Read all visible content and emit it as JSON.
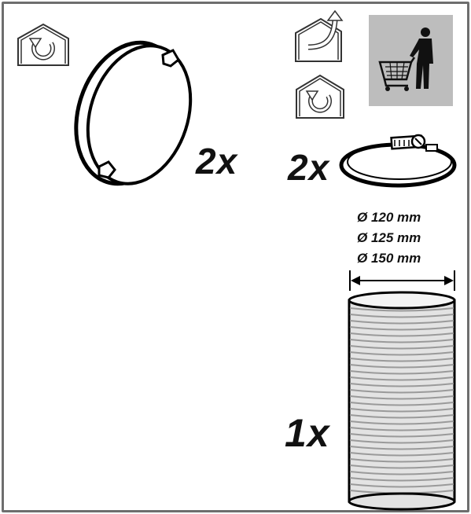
{
  "quantities": {
    "disc_cover": "2x",
    "hose_clamp": "2x",
    "flexible_hose": "1x"
  },
  "diameters": [
    "Ø 120 mm",
    "Ø 125 mm",
    "Ø 150 mm"
  ],
  "icons": {
    "recirculation_left": "house-recirculation-icon",
    "extraction": "house-extraction-icon",
    "recirculation_right": "house-recirculation-icon",
    "shop": "person-shopping-cart-icon"
  },
  "colors": {
    "frame": "#6e6e6e",
    "shop_panel": "#bdbdbd",
    "hose_body": "#d9d9d9",
    "hose_ribs": "#9a9a9a"
  }
}
